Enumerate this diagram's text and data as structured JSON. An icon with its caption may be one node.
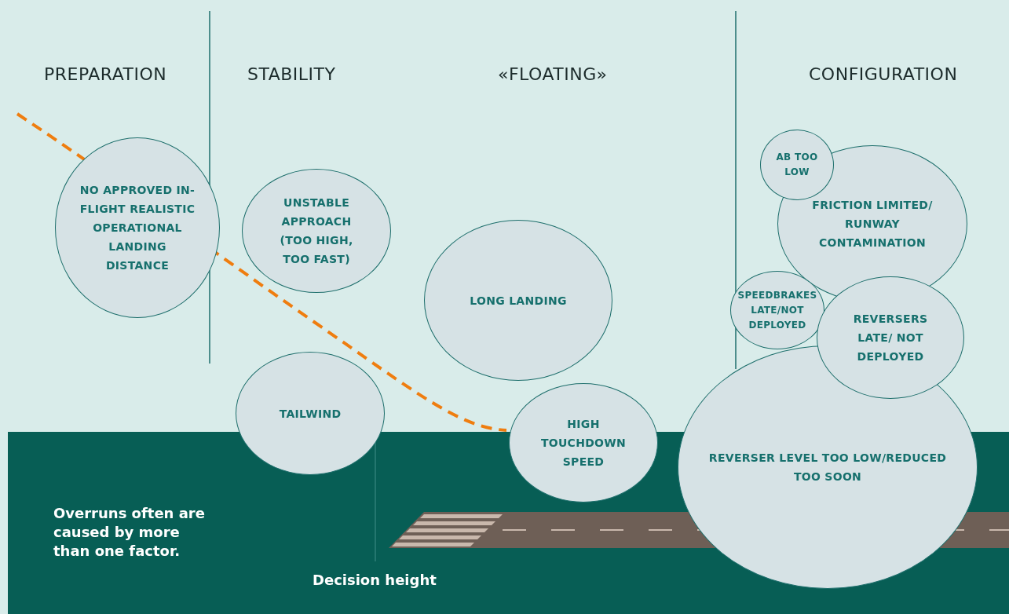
{
  "diagram": {
    "nodes": [
      {
        "text": [
          "NO APPROVED IN-FLIGHT REALISTIC OPERATIONAL LANDING DISTANCE"
        ]
      },
      {
        "text": [
          "UNSTABLE APPROACH (TOO HIGH, TOO FAST)"
        ]
      },
      {
        "text": [
          "LONG LANDING"
        ]
      },
      {
        "text": [
          "AB TOO LOW"
        ]
      },
      {
        "text": [
          "FRICTION LIMITED/ RUNWAY CONTAMINATION"
        ]
      },
      {
        "text": [
          "SPEEDBRAKES LATE/NOT DEPLOYED"
        ]
      },
      {
        "text": [
          "REVERSERS LATE/ NOT DEPLOYED"
        ]
      },
      {
        "text": [
          "TAILWIND"
        ]
      },
      {
        "text": [
          "HIGH TOUCHDOWN SPEED"
        ]
      },
      {
        "text": [
          "REVERSER LEVEL TOO LOW/REDUCED TOO SOON"
        ]
      }
    ],
    "labels": [
      "PREPARATION",
      "STABILITY",
      "«FLOATING»",
      "CONFIGURATION",
      "Overruns often are caused by more than one factor.",
      "Decision height"
    ]
  }
}
